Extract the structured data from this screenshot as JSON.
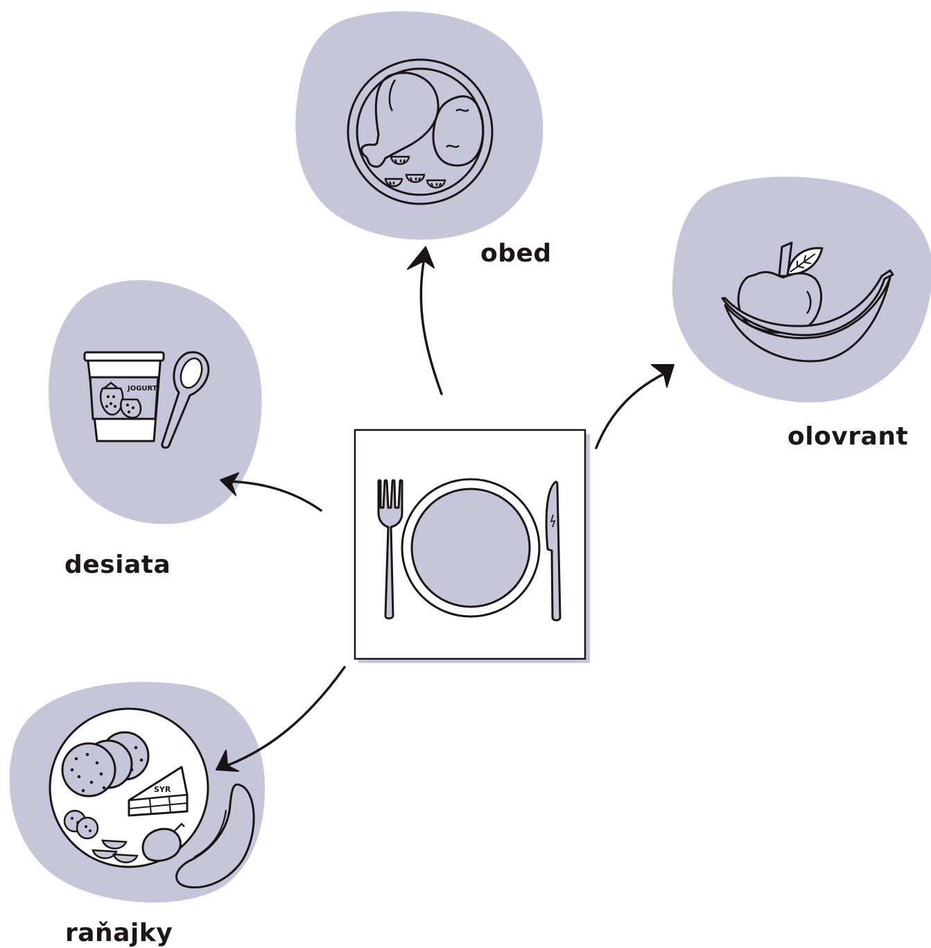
{
  "colors": {
    "blob": "#c5c6d9",
    "line": "#1a1414",
    "paper": "#ffffff",
    "shadow": "#c5c6d9"
  },
  "meals": {
    "obed": {
      "label": "obed",
      "icon": "plate-with-chicken-leg-potato-cucumber-icon"
    },
    "olovrant": {
      "label": "olovrant",
      "icon": "apple-and-banana-icon"
    },
    "desiata": {
      "label": "desiata",
      "icon": "yogurt-cup-and-spoon-icon",
      "cup_text": "JOGURT"
    },
    "ranajky": {
      "label": "raňajky",
      "icon": "plate-with-salami-cheese-vegetables-icon",
      "cheese_text": "SYR"
    }
  },
  "center": {
    "icon": "place-setting-plate-fork-knife-icon"
  }
}
